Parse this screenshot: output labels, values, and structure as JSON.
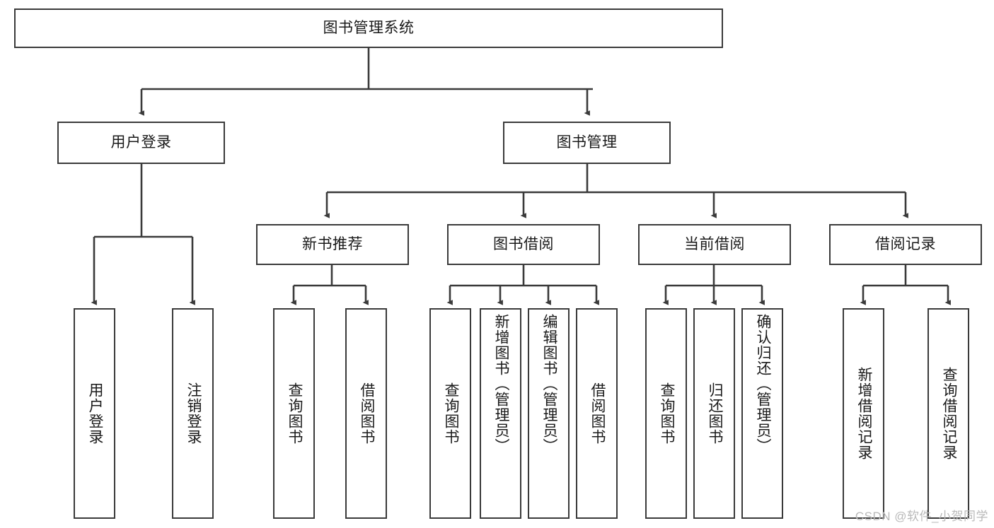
{
  "diagram": {
    "title": "图书管理系统",
    "watermark": "CSDN @软件_小贺同学",
    "line_color": "#3a3a3a",
    "box_fill": "#ffffff",
    "text_color": "#1a1a1a",
    "root": {
      "label": "图书管理系统"
    },
    "level1": [
      {
        "label": "用户登录"
      },
      {
        "label": "图书管理"
      }
    ],
    "level2": [
      {
        "label": "新书推荐"
      },
      {
        "label": "图书借阅"
      },
      {
        "label": "当前借阅"
      },
      {
        "label": "借阅记录"
      }
    ],
    "leaves": {
      "user_login": [
        {
          "label": "用户登录"
        },
        {
          "label": "注销登录"
        }
      ],
      "new_book": [
        {
          "label": "查询图书"
        },
        {
          "label": "借阅图书"
        }
      ],
      "book_borrow": [
        {
          "label": "查询图书"
        },
        {
          "label": "新增图书（管理员）"
        },
        {
          "label": "编辑图书（管理员）"
        },
        {
          "label": "借阅图书"
        }
      ],
      "current_borrow": [
        {
          "label": "查询图书"
        },
        {
          "label": "归还图书"
        },
        {
          "label": "确认归还（管理员）"
        }
      ],
      "borrow_record": [
        {
          "label": "新增借阅记录"
        },
        {
          "label": "查询借阅记录"
        }
      ]
    }
  }
}
